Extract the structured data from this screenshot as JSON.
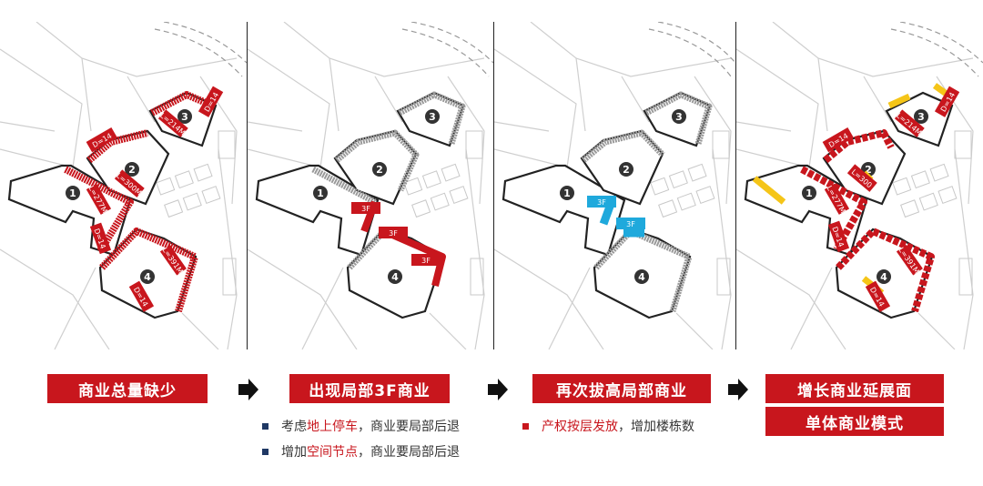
{
  "colors": {
    "brand_red": "#c8161d",
    "bullet_navy": "#1f3864",
    "highlight_red": "#c8161d",
    "commercial_yellow": "#f5c518",
    "commercial_cyan": "#1fa9dc",
    "outline": "#222222",
    "roads": "#cfcfcf"
  },
  "panels": [
    {
      "plots": [
        "1",
        "2",
        "3",
        "4"
      ],
      "labels": [
        "D=14",
        "L=214M",
        "D=14",
        "L=300M",
        "L=277M",
        "D=14",
        "L=391M",
        "D=14"
      ]
    },
    {
      "plots": [
        "1",
        "2",
        "3",
        "4"
      ],
      "labels": [
        "3F",
        "3F",
        "3F"
      ]
    },
    {
      "plots": [
        "1",
        "2",
        "3",
        "4"
      ],
      "labels": [
        "3F",
        "3F"
      ]
    },
    {
      "plots": [
        "1",
        "2",
        "3",
        "4"
      ],
      "labels": [
        "D=14",
        "L=214M",
        "D=14",
        "L=300",
        "L=277M",
        "D=14",
        "L=391M",
        "D=14"
      ]
    }
  ],
  "steps": [
    {
      "title": "商业总量缺少"
    },
    {
      "title": "出现局部3F商业"
    },
    {
      "title": "再次拔高局部商业"
    },
    {
      "title": "增长商业延展面",
      "subtitle": "单体商业模式"
    }
  ],
  "arrow_icon": "right-arrow-icon",
  "notes_step2": [
    {
      "pre": "考虑",
      "highlight": "地上停车",
      "post": "，商业要局部后退"
    },
    {
      "pre": "增加",
      "highlight": "空间节点",
      "post": "，商业要局部后退"
    }
  ],
  "notes_step3": [
    {
      "pre": "",
      "highlight": "产权按层发放",
      "post": "，增加楼栋数"
    }
  ]
}
